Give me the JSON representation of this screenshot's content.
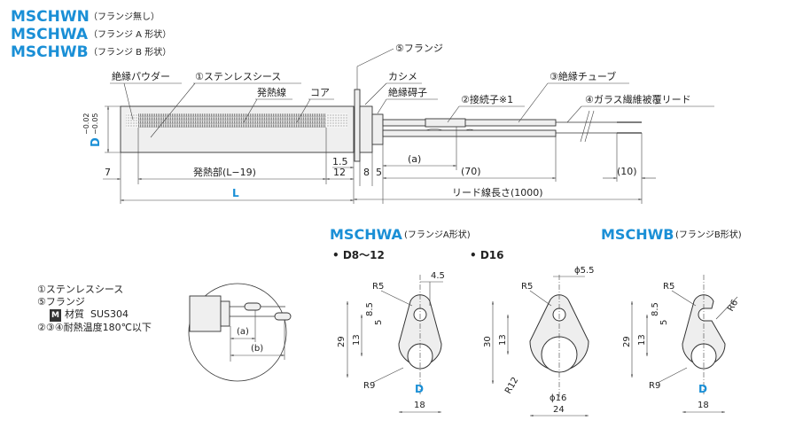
{
  "titles": [
    {
      "model": "MSCHWN",
      "note": "（フランジ無し）"
    },
    {
      "model": "MSCHWA",
      "note": "（フランジ A 形状）"
    },
    {
      "model": "MSCHWB",
      "note": "（フランジ B 形状）"
    }
  ],
  "labels": {
    "powder": "絶縁パウダー",
    "sheath": "①ステンレスシース",
    "wire": "発熱線",
    "core": "コア",
    "flange": "⑤フランジ",
    "kashime": "カシメ",
    "insulator": "絶縁碍子",
    "connector": "②接続子※1",
    "tube": "③絶縁チューブ",
    "lead": "④ガラス繊維被覆リード"
  },
  "dims": {
    "d_label": "D",
    "tol_upper": "−0.02",
    "tol_lower": "−0.05",
    "d7": "7",
    "heat": "発熱部(L−19)",
    "d12": "12",
    "d1_5": "1.5",
    "d8": "8",
    "d5": "5",
    "L": "L",
    "a": "(a)",
    "b": "(b)",
    "d70": "(70)",
    "d10": "(10)",
    "lead_len": "リード線長さ(1000)"
  },
  "materials": {
    "line1": "①ステンレスシース",
    "line2": "⑤フランジ",
    "m_badge": "M",
    "m_label": "材質",
    "m_value": "SUS304",
    "line4": "②③④耐熱温度180℃以下"
  },
  "flangeA": {
    "title": "MSCHWA",
    "title_note": "(フランジA形状)",
    "variant1": "• D8～12",
    "variant2": "• D16",
    "v1": {
      "r5": "R5",
      "w45": "4.5",
      "h85": "8.5",
      "h5": "5",
      "h13": "13",
      "h29": "29",
      "r9": "R9",
      "D": "D",
      "w18": "18"
    },
    "v2": {
      "r5": "R5",
      "phi55": "ϕ5.5",
      "h13": "13",
      "h30": "30",
      "r12": "R12",
      "phi16": "ϕ16",
      "w24": "24"
    }
  },
  "flangeB": {
    "title": "MSCHWB",
    "title_note": "(フランジB形状)",
    "dims": {
      "r5": "R5",
      "r6": "R6",
      "h85": "8.5",
      "h5": "5",
      "h13": "13",
      "h29": "29",
      "r9": "R9",
      "D": "D",
      "w18": "18"
    }
  }
}
